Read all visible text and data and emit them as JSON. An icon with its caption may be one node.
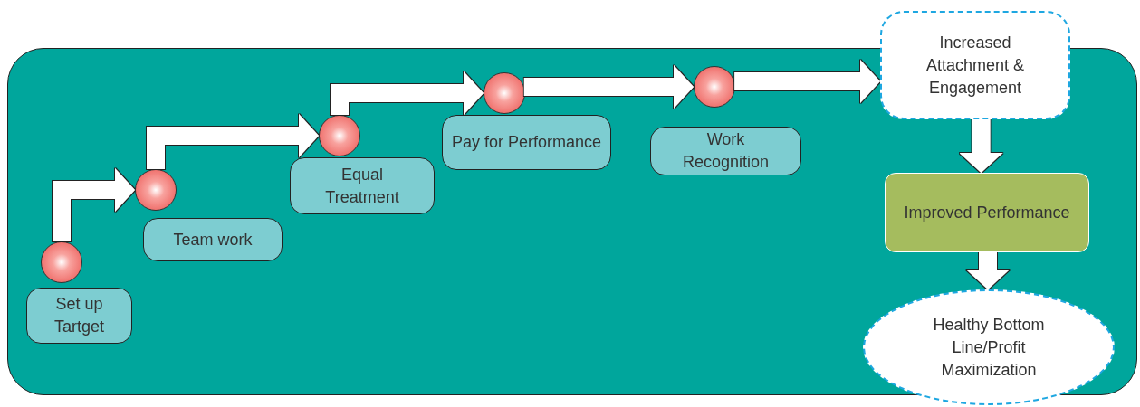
{
  "diagram": {
    "nodes": [
      {
        "text": [],
        "shape": "box"
      },
      {
        "text": [],
        "shape": "circle",
        "in": 0
      },
      {
        "text": [
          "Set up Tartget"
        ],
        "in": 0
      },
      {
        "text": [],
        "shape": "circle",
        "in": 0
      },
      {
        "text": [
          "Team work"
        ],
        "in": 0
      },
      {
        "text": [],
        "shape": "circle",
        "in": 0
      },
      {
        "text": [
          "Equal Treatment"
        ],
        "in": 0
      },
      {
        "text": [],
        "shape": "circle",
        "in": 0
      },
      {
        "text": [
          "Pay for Performance"
        ],
        "in": 0
      },
      {
        "text": [],
        "shape": "circle",
        "in": 0
      },
      {
        "text": [
          "Work Recognition"
        ],
        "in": 0
      },
      {
        "text": [
          "Increased Attachment & Engagement"
        ]
      },
      {
        "text": [
          "Improved Performance"
        ],
        "in": 0
      },
      {
        "text": [
          "Healthy Bottom Line/Profit Maximization"
        ]
      }
    ],
    "edges": [
      {
        "from": 1,
        "to": 3,
        "arrow": "to"
      },
      {
        "from": 3,
        "to": 5,
        "arrow": "to"
      },
      {
        "from": 5,
        "to": 7,
        "arrow": "to"
      },
      {
        "from": 7,
        "to": 9,
        "arrow": "to"
      },
      {
        "from": 9,
        "to": 11,
        "arrow": "to"
      },
      {
        "from": 11,
        "to": 12,
        "arrow": "to"
      },
      {
        "from": 12,
        "to": 13,
        "arrow": "to"
      }
    ]
  }
}
